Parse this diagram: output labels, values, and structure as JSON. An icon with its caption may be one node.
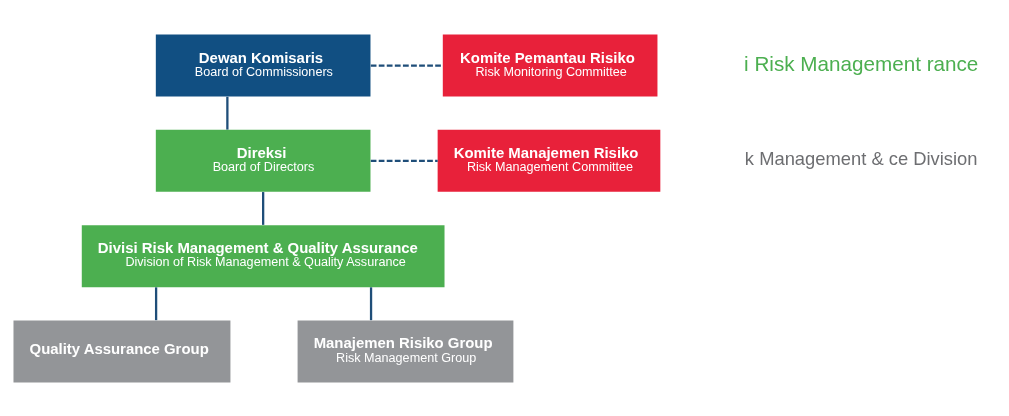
{
  "diagram": {
    "nodes": [
      {
        "text": [
          "Dewan Komisaris",
          "Board of Commissioners"
        ]
      },
      {
        "text": [
          "Direksi",
          "Board of Directors"
        ]
      },
      {
        "text": [
          "Divisi Risk Management & Quality Assurance",
          "Division of Risk Management & Quality Assurance"
        ]
      },
      {
        "text": [
          "Quality Assurance Group"
        ]
      },
      {
        "text": [
          "Manajemen Risiko Group",
          "Risk Management Group"
        ]
      },
      {
        "text": [
          "Komite Pemantau Risiko",
          "Risk Monitoring Committee"
        ]
      },
      {
        "text": [
          "Komite Manajemen Risiko",
          "Risk Management Committee"
        ]
      }
    ],
    "edges": [
      {
        "from": 0,
        "to": 1,
        "arrow": "none"
      },
      {
        "from": 1,
        "to": 2,
        "arrow": "none"
      },
      {
        "from": 2,
        "to": 3,
        "arrow": "none"
      },
      {
        "from": 2,
        "to": 4,
        "arrow": "none"
      },
      {
        "from": 0,
        "to": 5,
        "arrow": "none",
        "style": "dashed"
      },
      {
        "from": 1,
        "to": 6,
        "arrow": "none",
        "style": "dashed"
      }
    ],
    "labels": [
      "i Risk Management rance",
      "k Management & ce Division"
    ]
  }
}
